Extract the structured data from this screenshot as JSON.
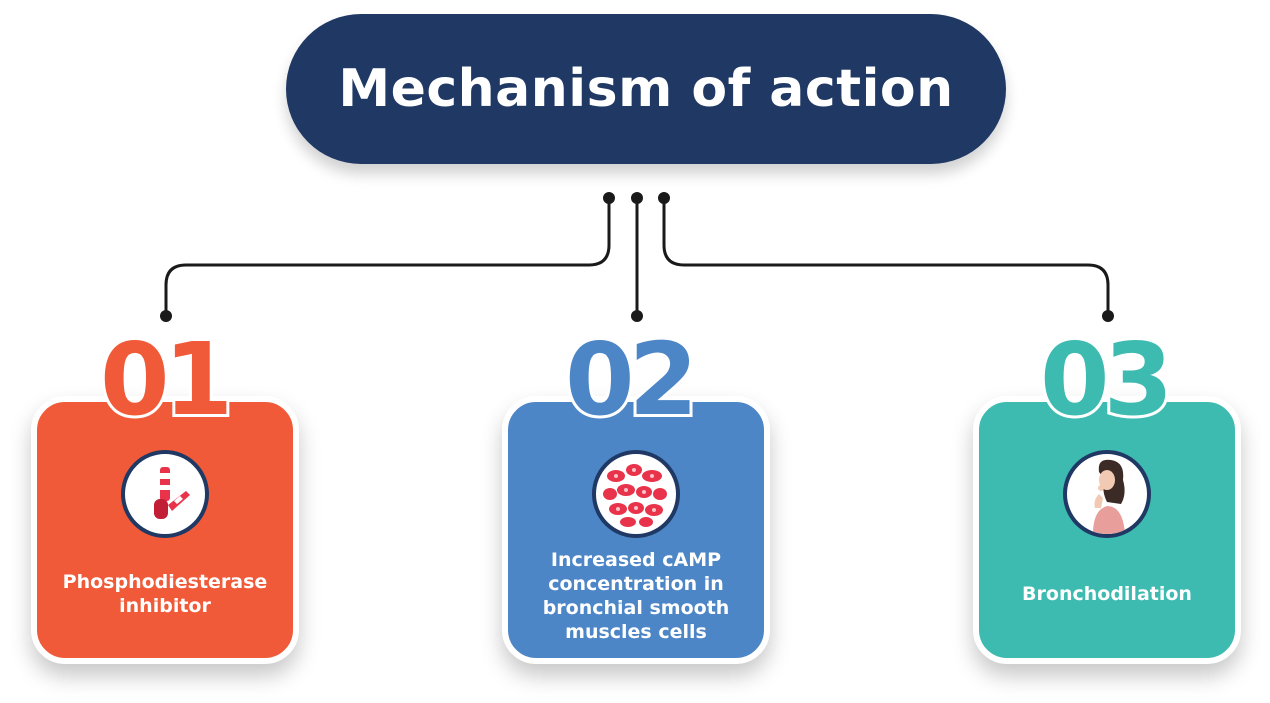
{
  "title": "Mechanism of action",
  "steps": [
    {
      "number": "01",
      "label": "Phosphodiesterase inhibitor",
      "icon": "inhaler-icon",
      "color": "#f05a38"
    },
    {
      "number": "02",
      "label": "Increased cAMP concentration in bronchial smooth muscles cells",
      "icon": "cells-icon",
      "color": "#4d86c6"
    },
    {
      "number": "03",
      "label": "Bronchodilation",
      "icon": "breathing-woman-icon",
      "color": "#3dbbb0"
    }
  ],
  "colors": {
    "title_bg": "#1f3864",
    "connector": "#1a1a1a"
  }
}
